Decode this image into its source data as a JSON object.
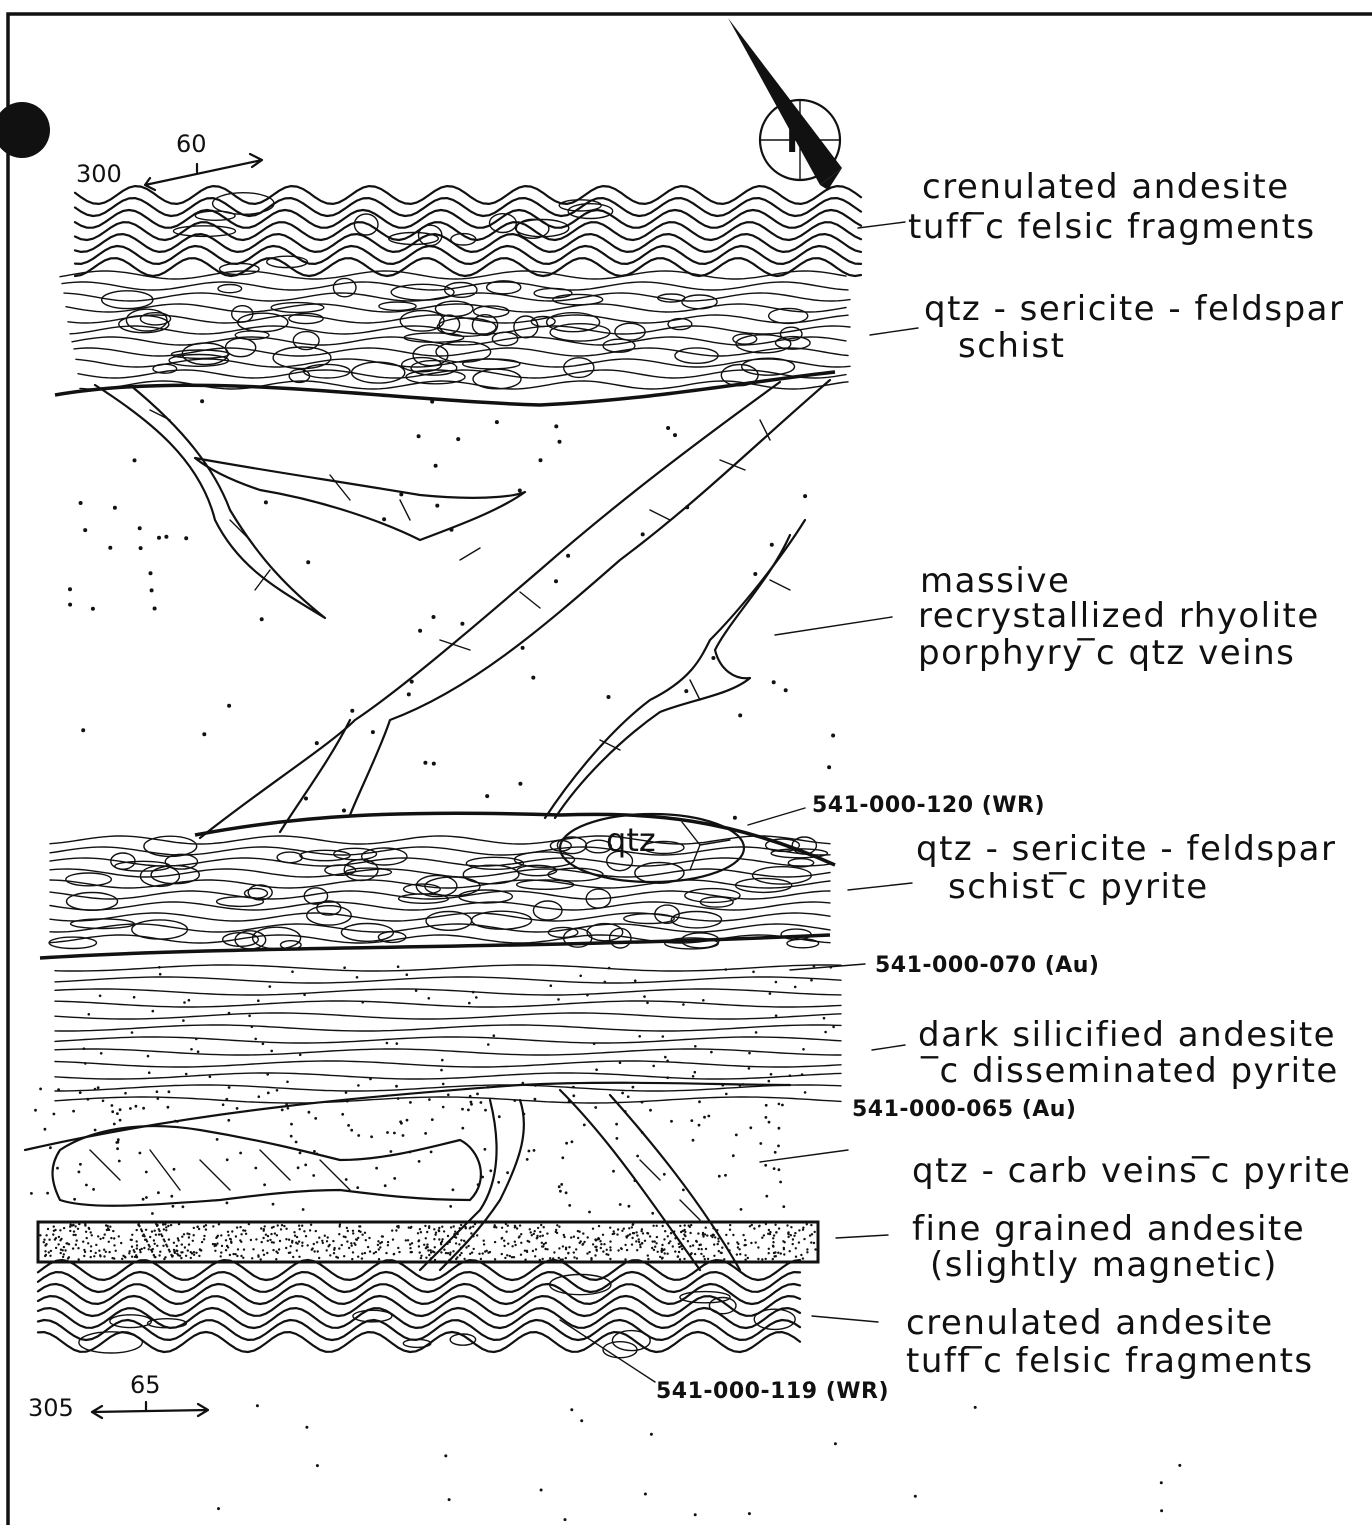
{
  "north_arrow": {
    "letter": "N",
    "icon": "north-arrow-icon"
  },
  "attitudes": {
    "top": {
      "strike": "300",
      "dip": "60"
    },
    "bottom": {
      "strike": "305",
      "dip": "65"
    }
  },
  "units": [
    {
      "id": "crenulated-top",
      "lines": [
        "crenulated andesite",
        "tuff ̅c felsic fragments"
      ]
    },
    {
      "id": "schist-top",
      "lines": [
        "qtz - sericite - feldspar",
        "schist"
      ]
    },
    {
      "id": "rhyolite",
      "lines": [
        "massive",
        "recrystallized rhyolite",
        "porphyry ̅c qtz veins"
      ]
    },
    {
      "id": "schist-pyrite",
      "lines": [
        "qtz - sericite - feldspar",
        "schist ̅c pyrite"
      ]
    },
    {
      "id": "dark-andesite",
      "lines": [
        "dark silicified andesite",
        "̅c disseminated pyrite"
      ]
    },
    {
      "id": "qtz-carb",
      "lines": [
        "qtz - carb veins ̅c pyrite"
      ]
    },
    {
      "id": "fine-andesite",
      "lines": [
        "fine grained andesite",
        "(slightly magnetic)"
      ]
    },
    {
      "id": "crenulated-bottom",
      "lines": [
        "crenulated andesite",
        "tuff ̅c felsic fragments"
      ]
    }
  ],
  "samples": [
    "541-000-120 (WR)",
    "541-000-070 (Au)",
    "541-000-065 (Au)",
    "541-000-119 (WR)"
  ],
  "inclusion_label": "qtz"
}
